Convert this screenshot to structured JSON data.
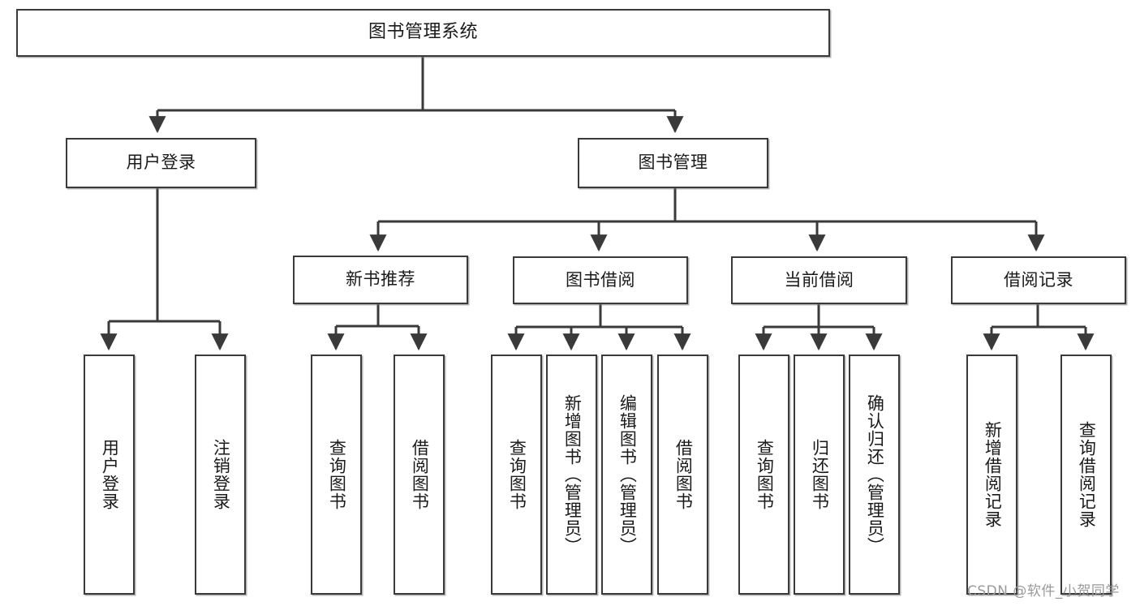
{
  "diagram": {
    "title": "图书管理系统",
    "type": "tree",
    "orientation": "top-down",
    "style": {
      "box_border_color": "#3a3a3a",
      "box_fill_color": "#ffffff",
      "edge_color": "#3a3a3a",
      "text_color": "#1a1a1a",
      "background": "#ffffff"
    },
    "watermark": "CSDN @软件_小贺同学",
    "levels": {
      "level0": [
        "图书管理系统"
      ],
      "level1": [
        "用户登录",
        "图书管理"
      ],
      "level2": [
        "新书推荐",
        "图书借阅",
        "当前借阅",
        "借阅记录"
      ],
      "level3": [
        "用户登录",
        "注销登录",
        "查询图书",
        "借阅图书",
        "查询图书",
        "新增图书（管理员）",
        "编辑图书（管理员）",
        "借阅图书",
        "查询图书",
        "归还图书",
        "确认归还（管理员）",
        "新增借阅记录",
        "查询借阅记录"
      ]
    },
    "nodes": {
      "root": {
        "label": "图书管理系统"
      },
      "user_login": {
        "label": "用户登录"
      },
      "book_manage": {
        "label": "图书管理"
      },
      "new_book_rec": {
        "label": "新书推荐"
      },
      "book_borrow": {
        "label": "图书借阅"
      },
      "current_borrow": {
        "label": "当前借阅"
      },
      "borrow_record": {
        "label": "借阅记录"
      },
      "leaf_user_login": {
        "label": "用户登录"
      },
      "leaf_user_logout": {
        "label": "注销登录"
      },
      "leaf_nbr_query": {
        "label": "查询图书"
      },
      "leaf_nbr_borrow": {
        "label": "借阅图书"
      },
      "leaf_bb_query": {
        "label": "查询图书"
      },
      "leaf_bb_add": {
        "label": "新增图书（管理员）"
      },
      "leaf_bb_edit": {
        "label": "编辑图书（管理员）"
      },
      "leaf_bb_borrow": {
        "label": "借阅图书"
      },
      "leaf_cb_query": {
        "label": "查询图书"
      },
      "leaf_cb_return": {
        "label": "归还图书"
      },
      "leaf_cb_confirm": {
        "label": "确认归还（管理员）"
      },
      "leaf_br_add": {
        "label": "新增借阅记录"
      },
      "leaf_br_query": {
        "label": "查询借阅记录"
      }
    },
    "edges": [
      {
        "from": "root",
        "to": "user_login"
      },
      {
        "from": "root",
        "to": "book_manage"
      },
      {
        "from": "user_login",
        "to": "leaf_user_login"
      },
      {
        "from": "user_login",
        "to": "leaf_user_logout"
      },
      {
        "from": "book_manage",
        "to": "new_book_rec"
      },
      {
        "from": "book_manage",
        "to": "book_borrow"
      },
      {
        "from": "book_manage",
        "to": "current_borrow"
      },
      {
        "from": "book_manage",
        "to": "borrow_record"
      },
      {
        "from": "new_book_rec",
        "to": "leaf_nbr_query"
      },
      {
        "from": "new_book_rec",
        "to": "leaf_nbr_borrow"
      },
      {
        "from": "book_borrow",
        "to": "leaf_bb_query"
      },
      {
        "from": "book_borrow",
        "to": "leaf_bb_add"
      },
      {
        "from": "book_borrow",
        "to": "leaf_bb_edit"
      },
      {
        "from": "book_borrow",
        "to": "leaf_bb_borrow"
      },
      {
        "from": "current_borrow",
        "to": "leaf_cb_query"
      },
      {
        "from": "current_borrow",
        "to": "leaf_cb_return"
      },
      {
        "from": "current_borrow",
        "to": "leaf_cb_confirm"
      },
      {
        "from": "borrow_record",
        "to": "leaf_br_add"
      },
      {
        "from": "borrow_record",
        "to": "leaf_br_query"
      }
    ]
  }
}
